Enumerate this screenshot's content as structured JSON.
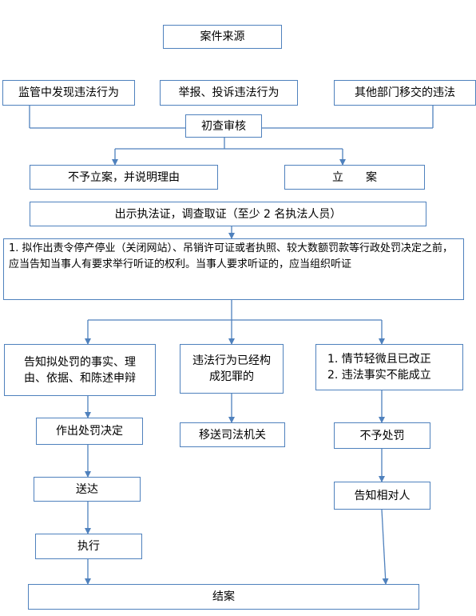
{
  "flowchart": {
    "case_source": "案件来源",
    "source_1": "监管中发现违法行为",
    "source_2": "举报、投诉违法行为",
    "source_3": "其他部门移交的违法",
    "initial_review": "初查审核",
    "not_filed": "不予立案，并说明理由",
    "filed": "立　　案",
    "investigate": "出示执法证，调查取证（至少 2 名执法人员）",
    "hearing_notice": "1.  拟作出责令停产停业（关闭网站）、吊销许可证或者执照、较大数额罚款等行政处罚决定之前，应当告知当事人有要求举行听证的权利。当事人要求听证的，应当组织听证",
    "inform_lines": [
      "告知拟处罚的事实、理",
      "由、依据、和陈述申辩"
    ],
    "crime_lines": [
      "违法行为已经构",
      "成犯罪的"
    ],
    "minor_lines": [
      "1.  情节轻微且已改正",
      "2.  违法事实不能成立"
    ],
    "make_decision": "作出处罚决定",
    "transfer_judicial": "移送司法机关",
    "no_penalty": "不予处罚",
    "deliver": "送达",
    "notify_party": "告知相对人",
    "execute": "执行",
    "close_case": "结案"
  }
}
